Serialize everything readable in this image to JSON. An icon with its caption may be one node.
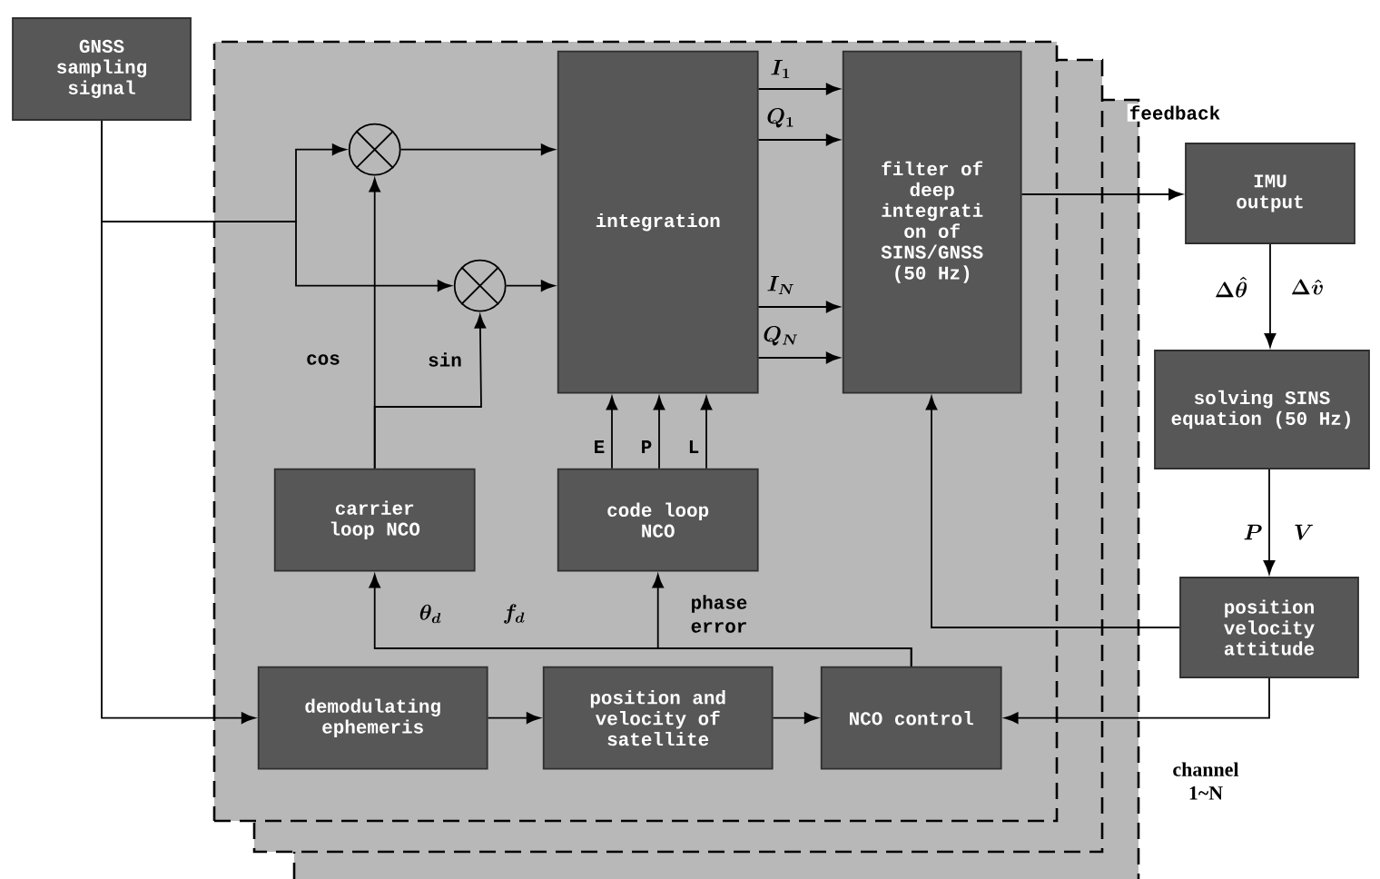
{
  "diagram": {
    "nodes": [
      {
        "text": [
          "GNSS sampling signal"
        ]
      },
      {
        "text": [],
        "shape": "box"
      },
      {
        "text": [],
        "shape": "circle",
        "in": 1
      },
      {
        "text": [],
        "shape": "circle",
        "in": 1
      },
      {
        "text": [
          "integration"
        ],
        "in": 1
      },
      {
        "text": [
          "filter of deep integrati on of SINS/GNSS (50 Hz)"
        ],
        "in": 1
      },
      {
        "text": [
          "carrier loop NCO"
        ],
        "in": 1
      },
      {
        "text": [
          "code loop NCO"
        ],
        "in": 1
      },
      {
        "text": [
          "demodulating ephemeris"
        ],
        "in": 1
      },
      {
        "text": [
          "position and velocity of satellite"
        ],
        "in": 1
      },
      {
        "text": [
          "NCO control"
        ],
        "in": 1
      },
      {
        "text": [
          "IMU output"
        ]
      },
      {
        "text": [
          "solving SINS equation (50 Hz)"
        ]
      },
      {
        "text": [
          "position velocity attitude"
        ]
      }
    ],
    "edges": [
      {
        "from": 0,
        "to": 2,
        "arrow": "to"
      },
      {
        "from": 0,
        "to": 3,
        "arrow": "to"
      },
      {
        "from": 0,
        "to": 8,
        "arrow": "to"
      },
      {
        "from": 2,
        "to": 4,
        "arrow": "to"
      },
      {
        "from": 3,
        "to": 4,
        "arrow": "to"
      },
      {
        "from": 6,
        "to": 2,
        "arrow": "to",
        "label": "cos"
      },
      {
        "from": 6,
        "to": 3,
        "arrow": "to",
        "label": "sin"
      },
      {
        "from": 7,
        "to": 4,
        "arrow": "to",
        "label": "E"
      },
      {
        "from": 7,
        "to": 4,
        "arrow": "to",
        "label": "P"
      },
      {
        "from": 7,
        "to": 4,
        "arrow": "to",
        "label": "L"
      },
      {
        "from": 4,
        "to": 5,
        "arrow": "to",
        "label": "I_1"
      },
      {
        "from": 4,
        "to": 5,
        "arrow": "to",
        "label": "Q_1"
      },
      {
        "from": 4,
        "to": 5,
        "arrow": "to",
        "label": "I_N"
      },
      {
        "from": 4,
        "to": 5,
        "arrow": "to",
        "label": "Q_N"
      },
      {
        "from": 5,
        "to": 11,
        "arrow": "to"
      },
      {
        "from": 11,
        "to": 12,
        "arrow": "to",
        "label": "\\Delta\\hat{\\theta}"
      },
      {
        "from": 12,
        "to": 13,
        "arrow": "to",
        "label": "\\boldsymbol{P}"
      },
      {
        "from": 13,
        "to": 5,
        "arrow": "to"
      },
      {
        "from": 13,
        "to": 10,
        "arrow": "to"
      },
      {
        "from": 10,
        "to": 6,
        "arrow": "to",
        "label": "\\theta_d"
      },
      {
        "from": 10,
        "to": 7,
        "arrow": "to",
        "label": "phase error"
      },
      {
        "from": 8,
        "to": 9,
        "arrow": "to"
      },
      {
        "from": 9,
        "to": 10,
        "arrow": "to"
      }
    ],
    "labels": [
      "feedback",
      "\\Delta\\hat{v}",
      "\\boldsymbol{V}",
      "f_d",
      "channel 1~N"
    ]
  }
}
